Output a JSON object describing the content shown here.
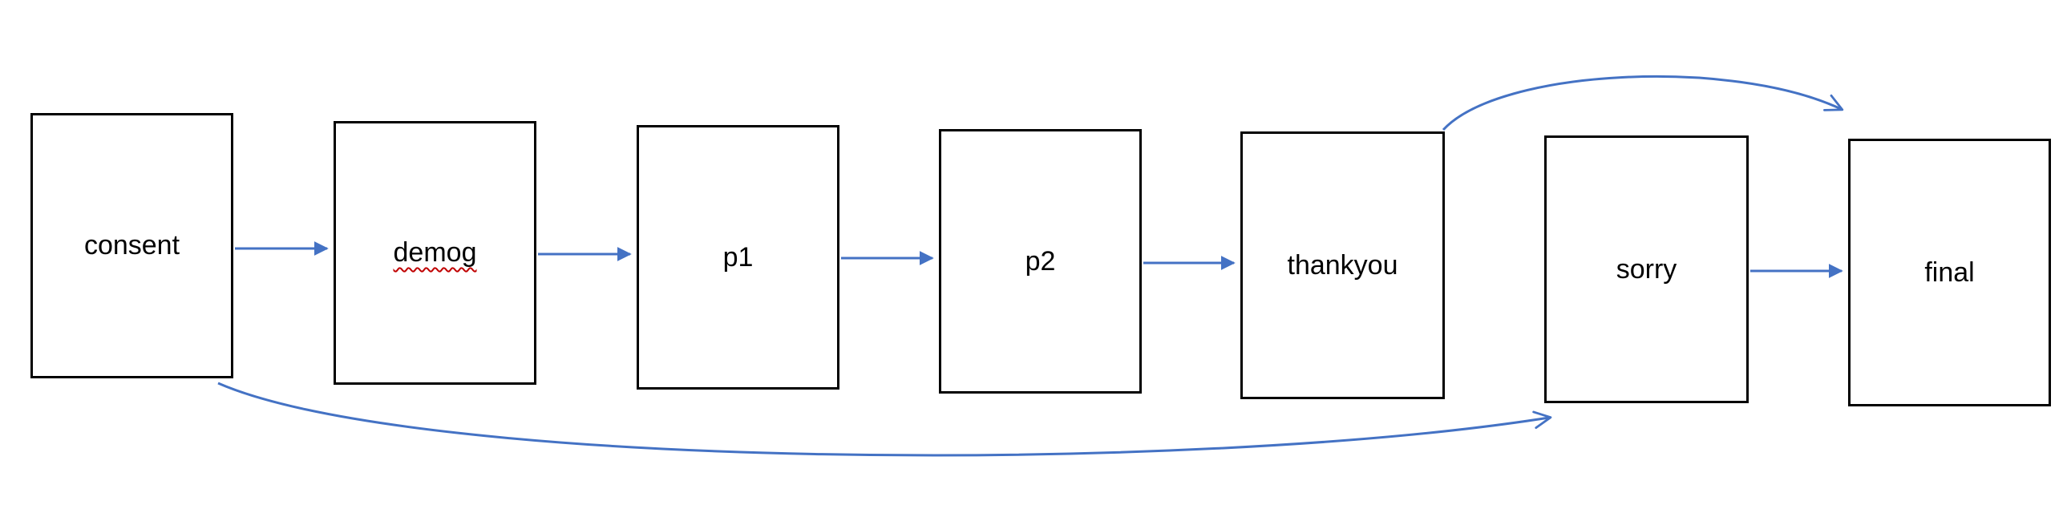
{
  "diagram": {
    "title": "survey-flow-diagram",
    "nodes": [
      {
        "id": "consent",
        "label": "consent",
        "misspelled": false
      },
      {
        "id": "demog",
        "label": "demog",
        "misspelled": true
      },
      {
        "id": "p1",
        "label": "p1",
        "misspelled": false
      },
      {
        "id": "p2",
        "label": "p2",
        "misspelled": false
      },
      {
        "id": "thankyou",
        "label": "thankyou",
        "misspelled": false
      },
      {
        "id": "sorry",
        "label": "sorry",
        "misspelled": false
      },
      {
        "id": "final",
        "label": "final",
        "misspelled": false
      }
    ],
    "edges": [
      {
        "from": "consent",
        "to": "demog",
        "style": "straight"
      },
      {
        "from": "demog",
        "to": "p1",
        "style": "straight"
      },
      {
        "from": "p1",
        "to": "p2",
        "style": "straight"
      },
      {
        "from": "p2",
        "to": "thankyou",
        "style": "straight"
      },
      {
        "from": "sorry",
        "to": "final",
        "style": "straight"
      },
      {
        "from": "thankyou",
        "to": "final",
        "style": "curved-over-top"
      },
      {
        "from": "consent",
        "to": "sorry",
        "style": "curved-under-bottom"
      }
    ],
    "colors": {
      "arrow": "#4472C4",
      "box_border": "#000000",
      "box_fill": "#FFFFFF",
      "text": "#000000",
      "spellcheck_underline": "#C00000"
    }
  }
}
